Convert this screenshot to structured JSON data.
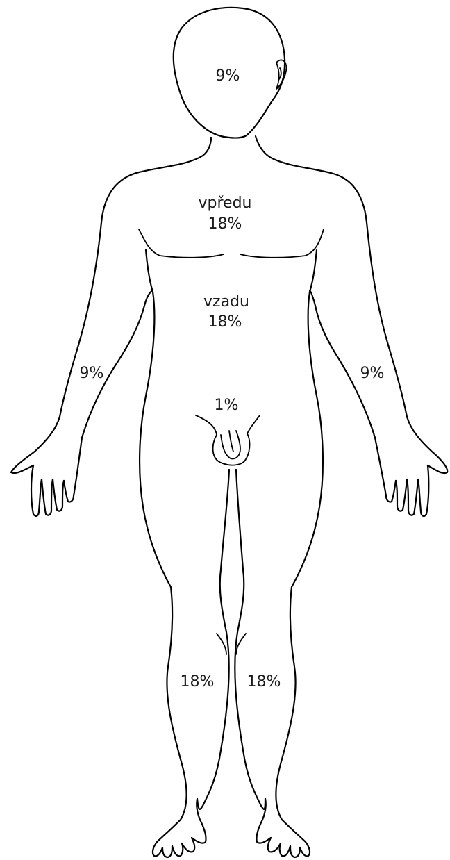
{
  "labels": {
    "head": "9%",
    "front_word": "vpředu",
    "front_value": "18%",
    "back_word": "vzadu",
    "back_value": "18%",
    "right_arm": "9%",
    "left_arm": "9%",
    "groin": "1%",
    "right_leg": "18%",
    "left_leg": "18%"
  },
  "colors": {
    "line": "#000000",
    "text": "#1a1a1a",
    "background": "#ffffff"
  }
}
